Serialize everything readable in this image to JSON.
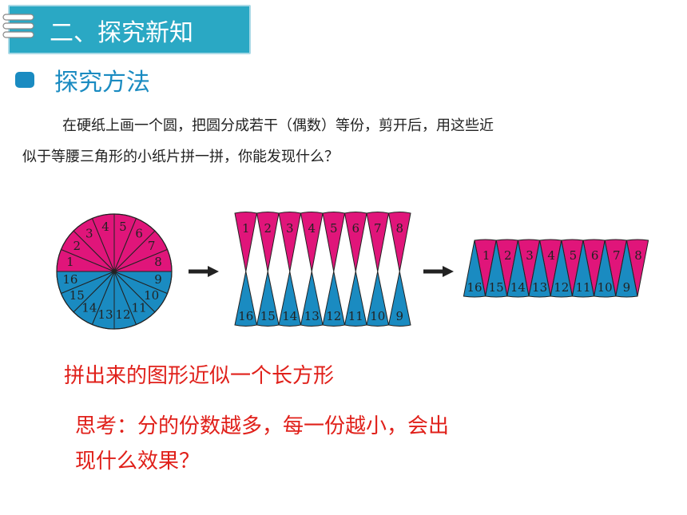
{
  "header": {
    "title": "二、探究新知"
  },
  "section": {
    "title": "探究方法"
  },
  "paragraph": {
    "line1": "在硬纸上画一个圆，把圆分成若干（偶数）等份，剪开后，用这些近",
    "line2": "似于等腰三角形的小纸片拼一拼，你能发现什么？"
  },
  "figure": {
    "top_numbers": [
      "1",
      "2",
      "3",
      "4",
      "5",
      "6",
      "7",
      "8"
    ],
    "bottom_numbers": [
      "16",
      "15",
      "14",
      "13",
      "12",
      "11",
      "10",
      "9"
    ],
    "colors": {
      "top": "#e0157a",
      "bottom": "#1a8bc1",
      "outline": "#222222"
    }
  },
  "conclusion": "拼出来的图形近似一个长方形",
  "question": {
    "line1": "思考：分的份数越多，每一份越小，会出",
    "line2": "现什么效果？"
  }
}
